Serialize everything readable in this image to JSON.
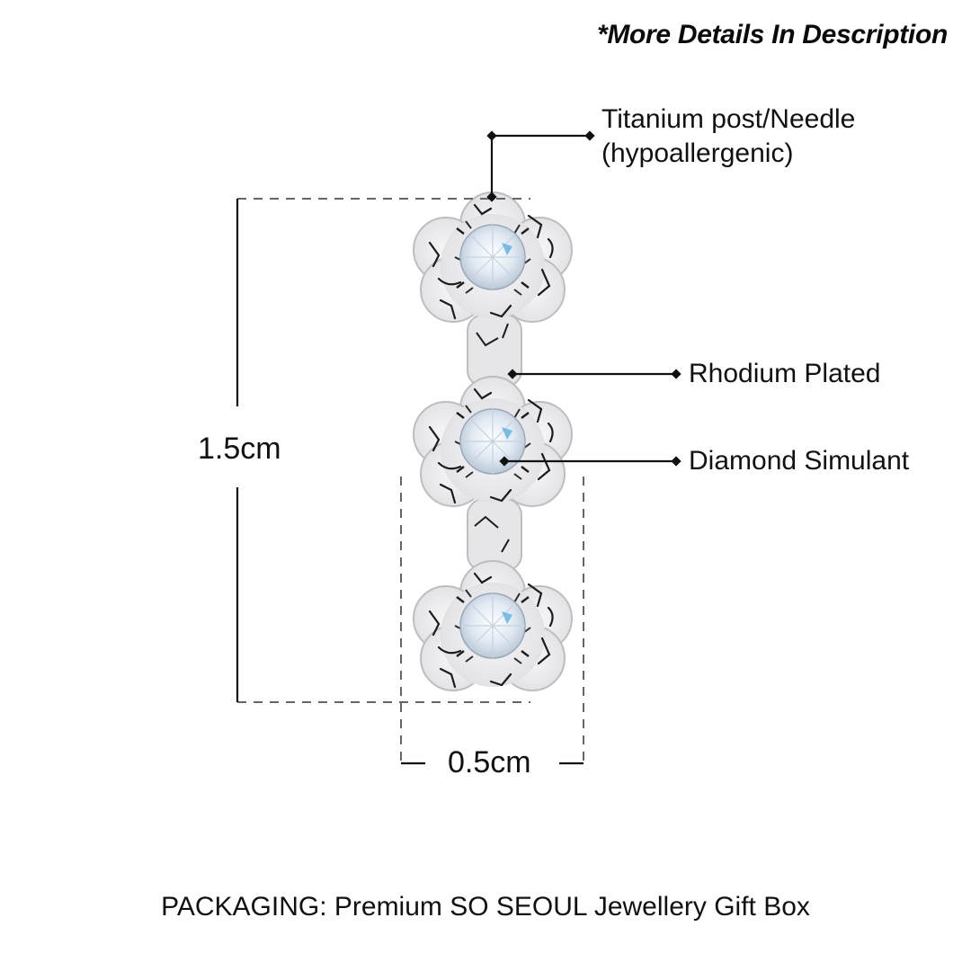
{
  "header": {
    "note": "*More Details In Description"
  },
  "callouts": [
    {
      "id": "post",
      "label_line1": "Titanium post/Needle",
      "label_line2": "(hypoallergenic)"
    },
    {
      "id": "plating",
      "label": "Rhodium Plated"
    },
    {
      "id": "stone",
      "label": "Diamond Simulant"
    }
  ],
  "dimensions": {
    "height": "1.5cm",
    "width": "0.5cm"
  },
  "product": {
    "description": "Three-flower stud earring with diamond simulant centers",
    "metal_color": "#e9e9ec",
    "outline_color": "#1c1c1c",
    "stone_color": "#dfe8f2",
    "stone_accent": "#4aa8e0"
  },
  "footer": {
    "packaging": "PACKAGING: Premium SO SEOUL Jewellery Gift Box"
  }
}
